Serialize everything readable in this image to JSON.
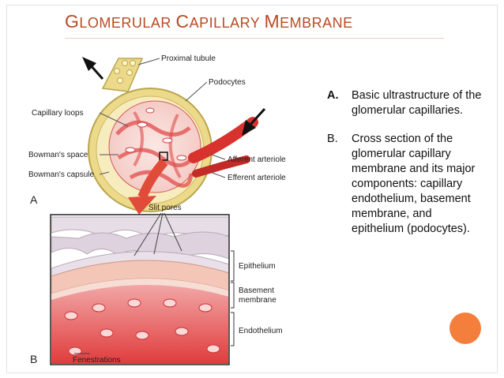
{
  "slide": {
    "title_parts": [
      {
        "cap": "G",
        "rest": "LOMERULAR"
      },
      {
        "cap": "C",
        "rest": "APILLARY"
      },
      {
        "cap": "M",
        "rest": "EMBRANE"
      }
    ]
  },
  "figure": {
    "panel_a_letter": "A",
    "panel_b_letter": "B",
    "labels": {
      "proximal_tubule": "Proximal tubule",
      "podocytes": "Podocytes",
      "capillary_loops": "Capillary loops",
      "bowmans_space": "Bowman's space",
      "bowmans_capsule": "Bowman's capsule",
      "afferent_arteriole": "Afferent arteriole",
      "efferent_arteriole": "Efferent arteriole",
      "slit_pores": "Slit pores",
      "epithelium": "Epithelium",
      "basement_membrane_1": "Basement",
      "basement_membrane_2": "membrane",
      "endothelium": "Endothelium",
      "fenestrations": "Fenestrations"
    }
  },
  "points": [
    {
      "marker": "A.",
      "text": "Basic ultrastructure of the glomerular capillaries."
    },
    {
      "marker": "B.",
      "text": "Cross section of the glomerular capillary membrane and its major components: capillary endothelium, basement membrane, and epithelium (podocytes)."
    }
  ],
  "colors": {
    "title": "#b94a22",
    "accent_dot": "#f47f3d",
    "capsule": "#ecd98a",
    "capillary_red": "#e23a3a",
    "membrane_pink": "#f3c6b8"
  }
}
